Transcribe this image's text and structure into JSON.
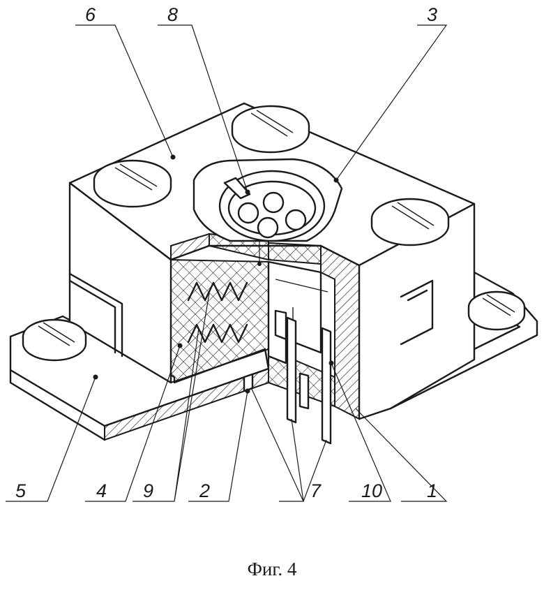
{
  "figure": {
    "caption": "Фиг. 4",
    "callouts": {
      "c1": "1",
      "c2": "2",
      "c3": "3",
      "c4": "4",
      "c5": "5",
      "c6": "6",
      "c7": "7",
      "c8": "8",
      "c9": "9",
      "c10": "10"
    }
  }
}
